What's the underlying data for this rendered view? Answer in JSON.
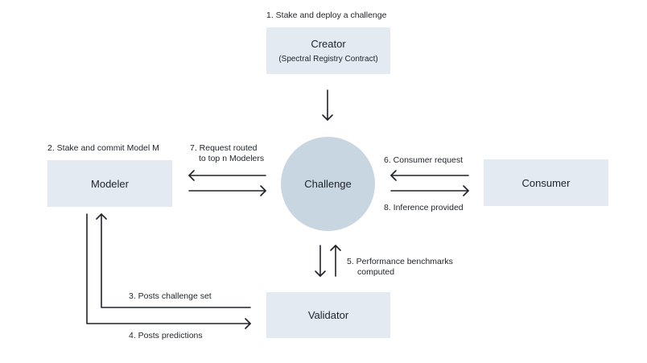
{
  "nodes": {
    "creator": {
      "title": "Creator",
      "subtitle": "(Spectral Registry Contract)"
    },
    "modeler": {
      "title": "Modeler"
    },
    "challenge": {
      "title": "Challenge"
    },
    "consumer": {
      "title": "Consumer"
    },
    "validator": {
      "title": "Validator"
    }
  },
  "steps": {
    "s1": "1. Stake and deploy a challenge",
    "s2": "2. Stake and commit Model M",
    "s3": "3. Posts challenge set",
    "s4": "4. Posts predictions",
    "s5_line1": "5. Performance benchmarks",
    "s5_line2": "computed",
    "s6": "6. Consumer request",
    "s7_line1": "7. Request routed",
    "s7_line2": "to top n Modelers",
    "s8": "8. Inference provided"
  },
  "colors": {
    "box": "#e4eaf2",
    "circle": "#c8d6e2",
    "stroke": "#1f2328"
  }
}
